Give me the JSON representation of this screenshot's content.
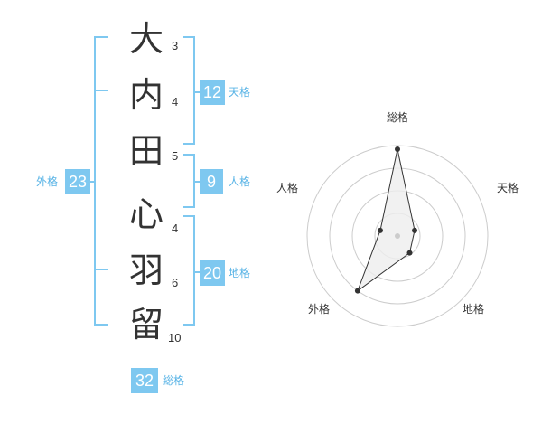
{
  "name": {
    "characters": [
      {
        "char": "大",
        "strokes": "3"
      },
      {
        "char": "内",
        "strokes": "4"
      },
      {
        "char": "田",
        "strokes": "5"
      },
      {
        "char": "心",
        "strokes": "4"
      },
      {
        "char": "羽",
        "strokes": "6"
      },
      {
        "char": "留",
        "strokes": "10"
      }
    ]
  },
  "grades": {
    "tenkaku": {
      "value": "12",
      "label": "天格"
    },
    "jinkaku": {
      "value": "9",
      "label": "人格"
    },
    "chikaku": {
      "value": "20",
      "label": "地格"
    },
    "gaikaku": {
      "value": "23",
      "label": "外格"
    },
    "soukaku": {
      "value": "32",
      "label": "総格"
    }
  },
  "radar": {
    "axes": [
      "総格",
      "天格",
      "地格",
      "外格",
      "人格"
    ],
    "values": [
      0.96,
      0.2,
      0.23,
      0.75,
      0.2
    ],
    "colors": {
      "grid": "#cccccc",
      "fill": "#eeeeee",
      "line": "#333333",
      "point": "#333333",
      "center": "#cccccc"
    }
  }
}
